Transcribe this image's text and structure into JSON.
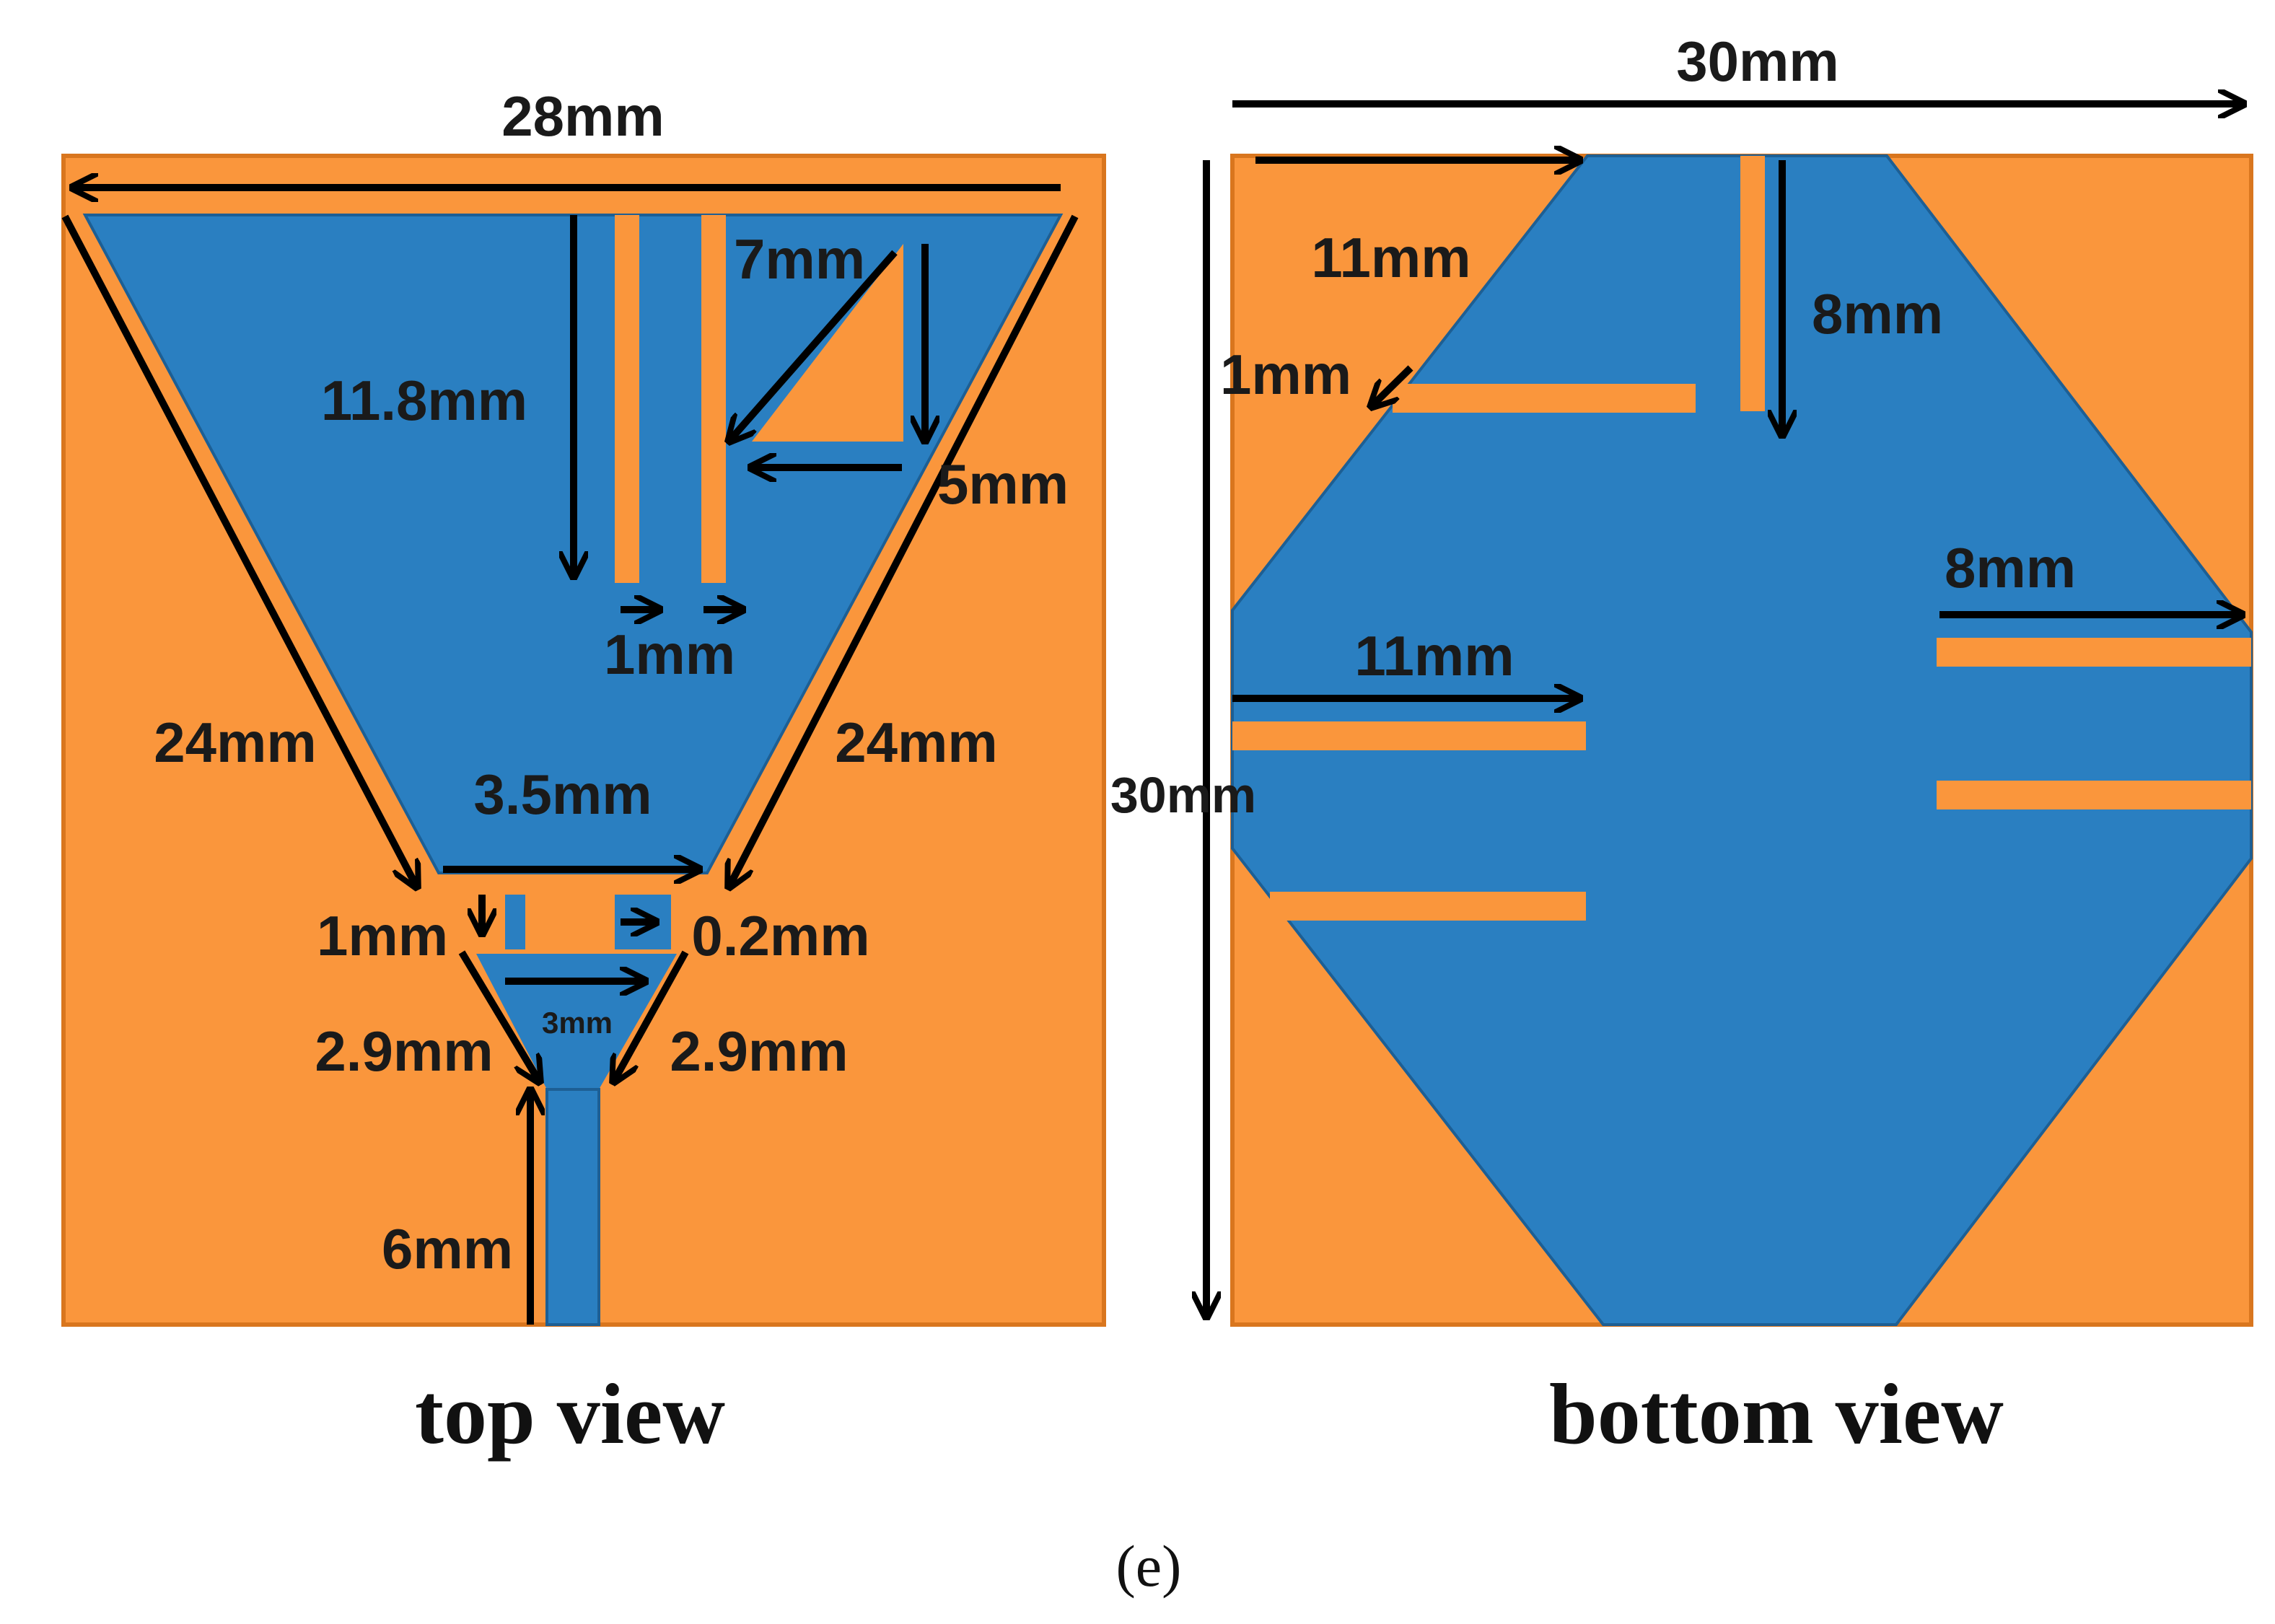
{
  "colors": {
    "substrate": "#fa963c",
    "copper": "#2a7fc1",
    "arrow": "#000000",
    "substrate_edge": "#d9761e",
    "copper_edge": "#1d5f94"
  },
  "top_view": {
    "caption": "top view",
    "dimensions": {
      "width": "28mm",
      "slot_length": "11.8mm",
      "triangle_top": "7mm",
      "triangle_side": "5mm",
      "slot_width": "1mm",
      "left_edge": "24mm",
      "right_edge": "24mm",
      "neck_width": "3.5mm",
      "gap_1": "1mm",
      "gap_2": "0.2mm",
      "taper_width": "3mm",
      "taper_left": "2.9mm",
      "taper_right": "2.9mm",
      "feed_length": "6mm"
    }
  },
  "bottom_view": {
    "caption": "bottom view",
    "dimensions": {
      "width": "30mm",
      "height": "30mm",
      "top_edge": "11mm",
      "top_slot": "8mm",
      "slot_width": "1mm",
      "right_slot": "8mm",
      "left_slot": "11mm"
    }
  },
  "figure_label": "(e)"
}
